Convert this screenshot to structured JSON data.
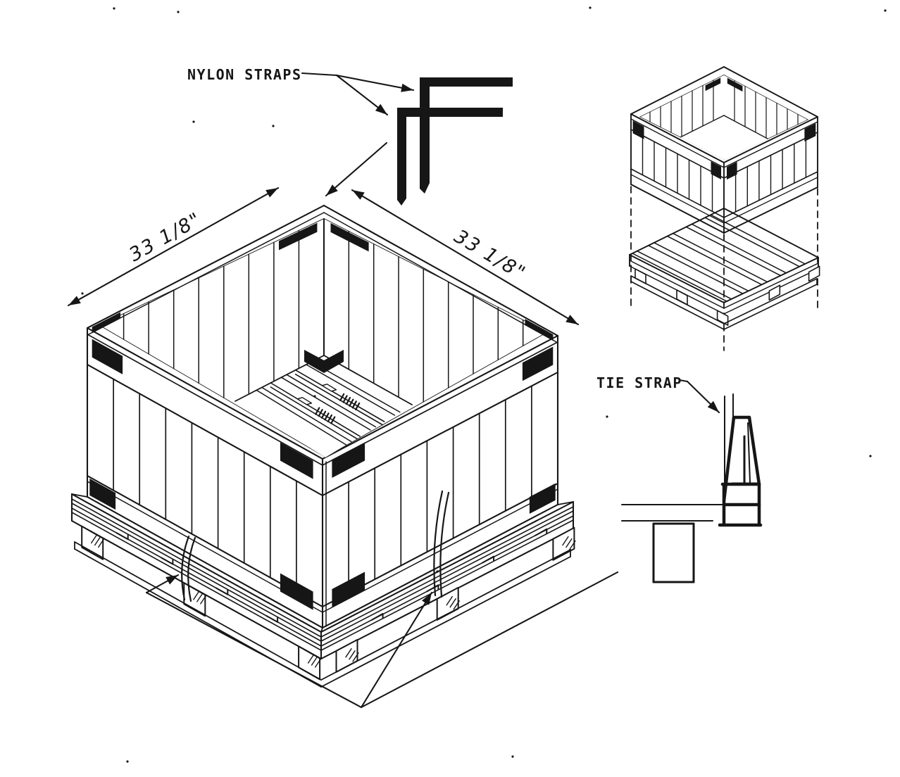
{
  "drawing": {
    "ink_color": "#161616",
    "paper_color": "#ffffff",
    "labels": {
      "nylon_straps": "NYLON STRAPS",
      "tie_strap": "TIE STRAP"
    },
    "dimensions": {
      "top_left_edge": "33 1/8\"",
      "top_right_edge": "33 1/8\""
    }
  }
}
